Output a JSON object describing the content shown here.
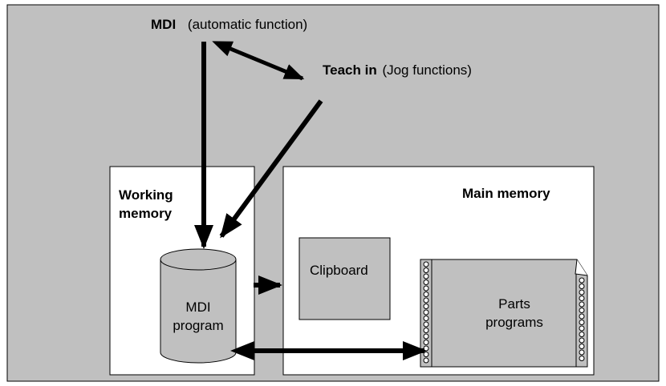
{
  "top": {
    "mdi": {
      "title": "MDI",
      "subtitle": "(automatic function)"
    },
    "teach_in": {
      "title": "Teach in",
      "subtitle": "(Jog functions)"
    }
  },
  "working_memory": {
    "title_line1": "Working",
    "title_line2": "memory",
    "cylinder_line1": "MDI",
    "cylinder_line2": "program"
  },
  "main_memory": {
    "title": "Main memory",
    "clipboard": "Clipboard",
    "parts_line1": "Parts",
    "parts_line2": "programs"
  },
  "colors": {
    "background": "#c0c0c0",
    "panel": "#ffffff",
    "shape_fill": "#c0c0c0",
    "stroke": "#000000"
  }
}
